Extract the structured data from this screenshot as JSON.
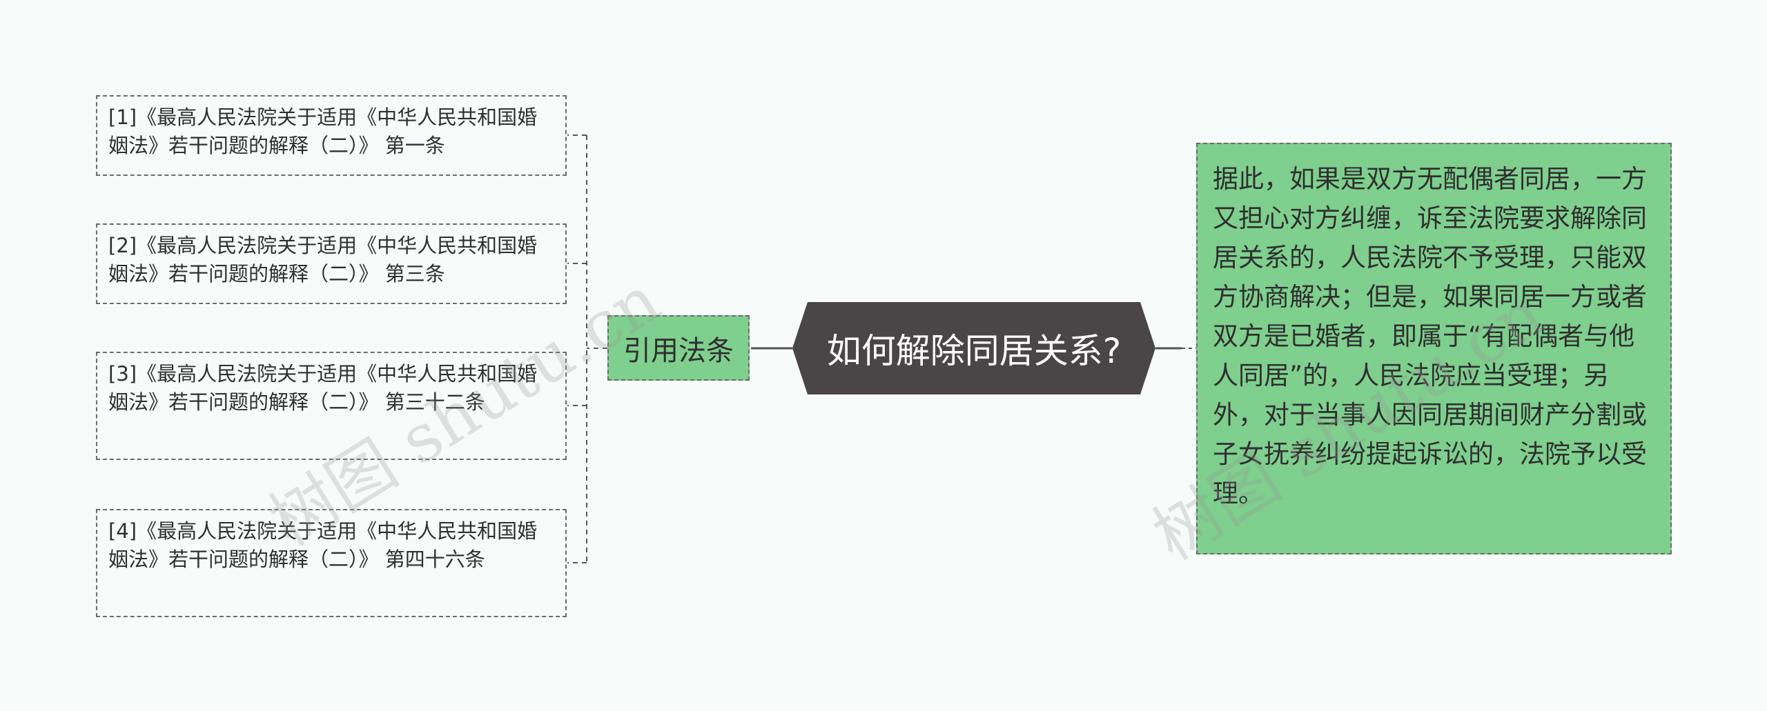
{
  "mindmap": {
    "center": {
      "label": "如何解除同居关系?"
    },
    "left_branch": {
      "label": "引用法条",
      "children": [
        {
          "text": "[1]《最高人民法院关于适用《中华人民共和国婚姻法》若干问题的解释（二）》 第一条"
        },
        {
          "text": "[2]《最高人民法院关于适用《中华人民共和国婚姻法》若干问题的解释（二）》 第三条"
        },
        {
          "text": "[3]《最高人民法院关于适用《中华人民共和国婚姻法》若干问题的解释（二）》 第三十二条"
        },
        {
          "text": "[4]《最高人民法院关于适用《中华人民共和国婚姻法》若干问题的解释（二）》 第四十六条"
        }
      ]
    },
    "right_branch": {
      "text": "据此，如果是双方无配偶者同居，一方又担心对方纠缠，诉至法院要求解除同居关系的，人民法院不予受理，只能双方协商解决；但是，如果同居一方或者双方是已婚者，即属于“有配偶者与他人同居”的，人民法院应当受理；另外，对于当事人因同居期间财产分割或子女抚养纠纷提起诉讼的，法院予以受理。"
    }
  },
  "watermarks": [
    "树图 shutu.cn",
    "树图 shutu.cn"
  ],
  "colors": {
    "background": "#f7fcfb",
    "center_fill": "#4a4546",
    "branch_fill": "#7fcf8e",
    "connector": "#555555"
  }
}
